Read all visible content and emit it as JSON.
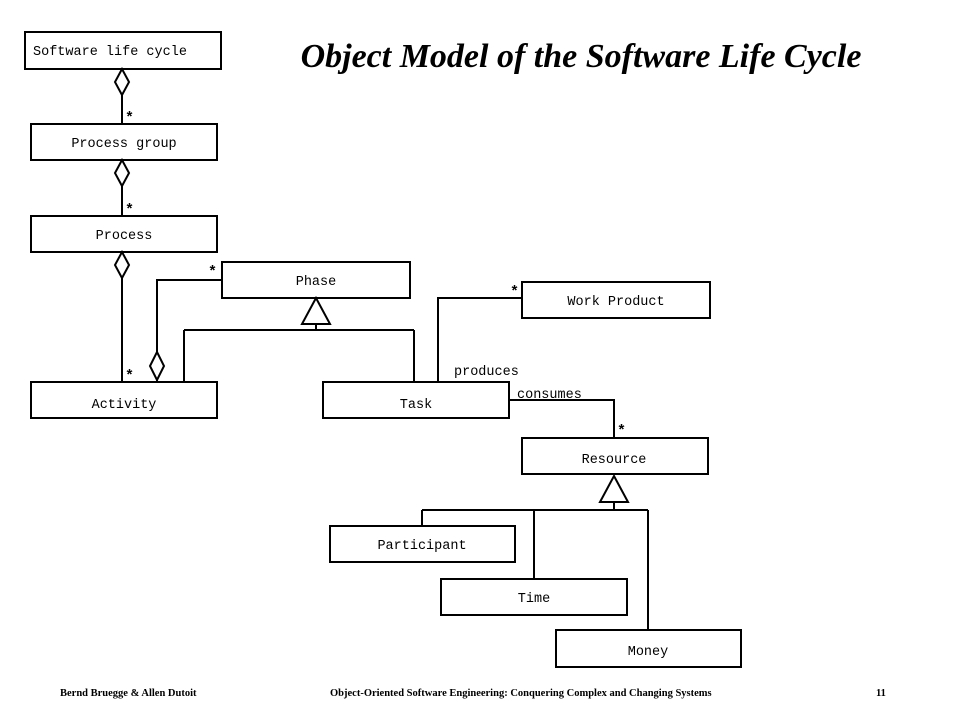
{
  "title": "Object Model of the Software Life Cycle",
  "classes": {
    "software_life_cycle": "Software life cycle",
    "process_group": "Process group",
    "process": "Process",
    "phase": "Phase",
    "activity": "Activity",
    "task": "Task",
    "work_product": "Work Product",
    "resource": "Resource",
    "participant": "Participant",
    "time": "Time",
    "money": "Money"
  },
  "associations": {
    "produces": "produces",
    "consumes": "consumes",
    "many_marker": "*"
  },
  "footer": {
    "authors": "Bernd Bruegge & Allen Dutoit",
    "book": "Object-Oriented Software Engineering: Conquering Complex and Changing Systems",
    "page": "11"
  }
}
